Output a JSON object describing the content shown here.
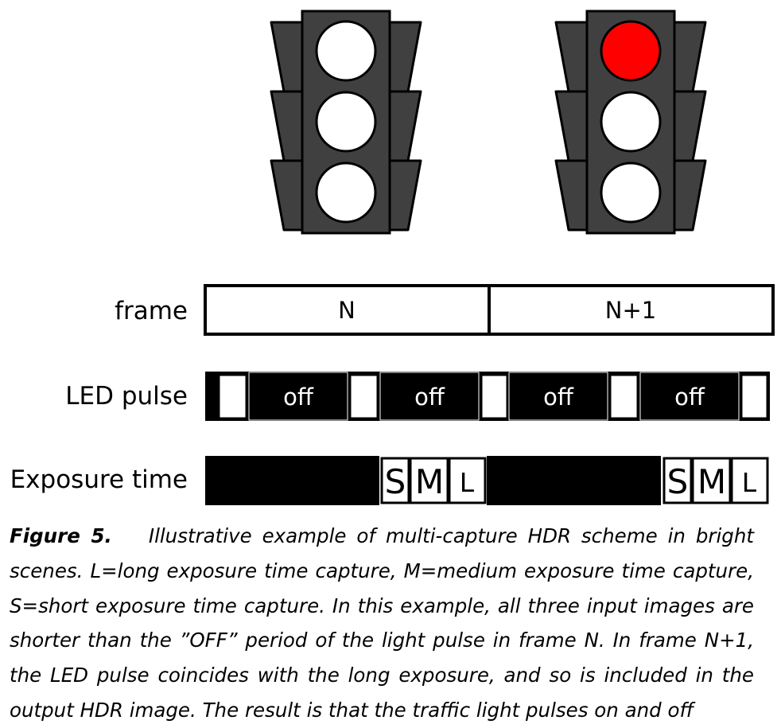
{
  "rows": {
    "frame_label": "frame",
    "led_label": "LED pulse",
    "exposure_label": "Exposure time"
  },
  "frames": [
    "N",
    "N+1"
  ],
  "led_pulse": {
    "off_label": "off"
  },
  "exposure": {
    "short": "S",
    "medium": "M",
    "long": "L"
  },
  "traffic_lights": [
    {
      "state": "all-off",
      "lamps": [
        "white",
        "white",
        "white"
      ]
    },
    {
      "state": "red-on",
      "lamps": [
        "#ff0000",
        "white",
        "white"
      ]
    }
  ],
  "colors": {
    "housing": "#404040",
    "red_lamp": "#ff0000",
    "lamp_off": "#ffffff"
  },
  "caption": {
    "figure_label": "Figure 5.",
    "text": "Illustrative example of multi-capture HDR scheme in bright scenes. L=long exposure time capture, M=medium exposure time capture, S=short exposure time capture. In this example, all three input images are shorter than the ”OFF” period of the light pulse in frame N. In frame N+1, the LED pulse coincides with the long exposure, and so is included in the output HDR image. The result is that the traffic light pulses on and off"
  }
}
